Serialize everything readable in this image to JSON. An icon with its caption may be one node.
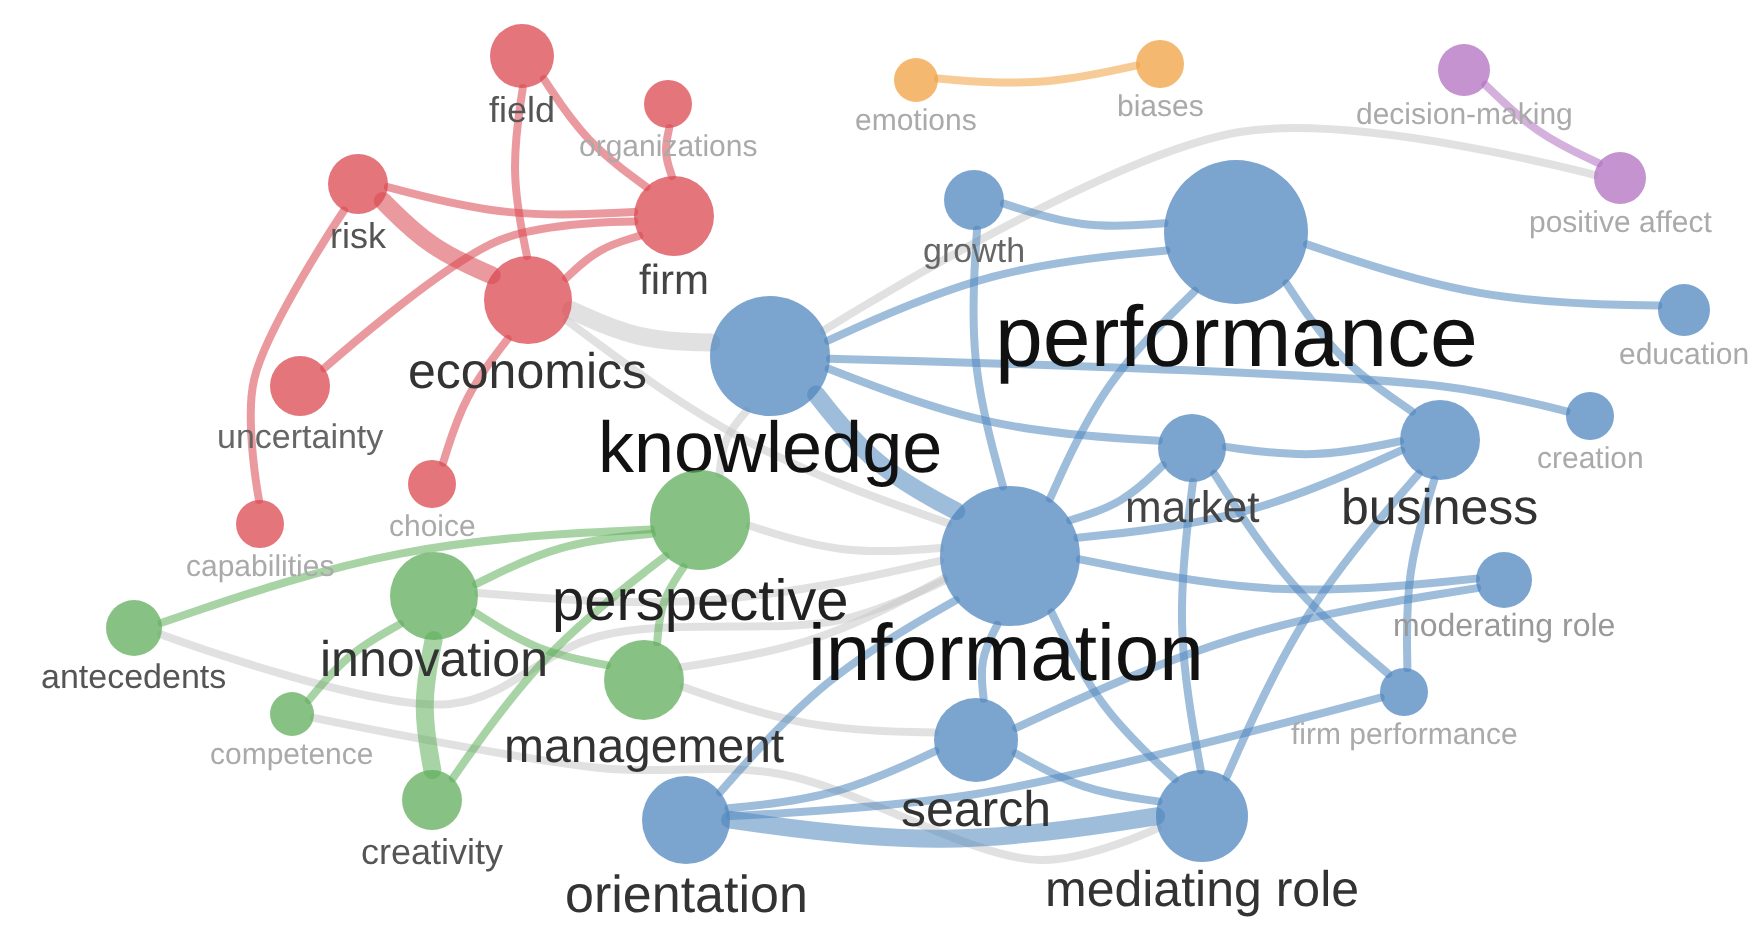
{
  "diagram": {
    "nodes": [
      {
        "text": [
          "field"
        ]
      },
      {
        "text": [
          "organizations"
        ]
      },
      {
        "text": [
          "risk"
        ]
      },
      {
        "text": [
          "firm"
        ]
      },
      {
        "text": [
          "economics"
        ]
      },
      {
        "text": [
          "uncertainty"
        ]
      },
      {
        "text": [
          "choice"
        ]
      },
      {
        "text": [
          "capabilities"
        ]
      },
      {
        "text": [
          "emotions"
        ]
      },
      {
        "text": [
          "biases"
        ]
      },
      {
        "text": [
          "decision-making"
        ]
      },
      {
        "text": [
          "positive affect"
        ]
      },
      {
        "text": [
          "growth"
        ]
      },
      {
        "text": [
          "performance"
        ]
      },
      {
        "text": [
          "education"
        ]
      },
      {
        "text": [
          "knowledge"
        ]
      },
      {
        "text": [
          "creation"
        ]
      },
      {
        "text": [
          "market"
        ]
      },
      {
        "text": [
          "business"
        ]
      },
      {
        "text": [
          "perspective"
        ]
      },
      {
        "text": [
          "innovation"
        ]
      },
      {
        "text": [
          "information"
        ]
      },
      {
        "text": [
          "antecedents"
        ]
      },
      {
        "text": [
          "moderating role"
        ]
      },
      {
        "text": [
          "management"
        ]
      },
      {
        "text": [
          "firm performance"
        ]
      },
      {
        "text": [
          "competence"
        ]
      },
      {
        "text": [
          "search"
        ]
      },
      {
        "text": [
          "creativity"
        ]
      },
      {
        "text": [
          "orientation"
        ]
      },
      {
        "text": [
          "mediating role"
        ]
      }
    ],
    "edges": [
      {
        "from": 0,
        "to": 3,
        "arrow": "none",
        "color": "#d9474f"
      },
      {
        "from": 0,
        "to": 4,
        "arrow": "none",
        "color": "#d9474f"
      },
      {
        "from": 1,
        "to": 3,
        "arrow": "none",
        "color": "#d9474f"
      },
      {
        "from": 2,
        "to": 3,
        "arrow": "none",
        "color": "#d9474f"
      },
      {
        "from": 2,
        "to": 4,
        "arrow": "none",
        "color": "#d9474f",
        "style": "thick"
      },
      {
        "from": 2,
        "to": 7,
        "arrow": "none",
        "color": "#d9474f"
      },
      {
        "from": 3,
        "to": 4,
        "arrow": "none",
        "color": "#d9474f"
      },
      {
        "from": 3,
        "to": 5,
        "arrow": "none",
        "color": "#d9474f"
      },
      {
        "from": 4,
        "to": 6,
        "arrow": "none",
        "color": "#d9474f"
      },
      {
        "from": 8,
        "to": 9,
        "arrow": "none",
        "color": "#f0a040"
      },
      {
        "from": 10,
        "to": 11,
        "arrow": "none",
        "color": "#b06fc0"
      },
      {
        "from": 11,
        "to": 15,
        "arrow": "none",
        "color": "#c8c8c8"
      },
      {
        "from": 4,
        "to": 15,
        "arrow": "none",
        "color": "#c8c8c8",
        "style": "thick"
      },
      {
        "from": 4,
        "to": 21,
        "arrow": "none",
        "color": "#c8c8c8"
      },
      {
        "from": 22,
        "to": 21,
        "arrow": "none",
        "color": "#c8c8c8"
      },
      {
        "from": 26,
        "to": 30,
        "arrow": "none",
        "color": "#c8c8c8"
      },
      {
        "from": 19,
        "to": 21,
        "arrow": "none",
        "color": "#c8c8c8"
      },
      {
        "from": 24,
        "to": 21,
        "arrow": "none",
        "color": "#c8c8c8"
      },
      {
        "from": 15,
        "to": 19,
        "arrow": "none",
        "color": "#c8c8c8"
      },
      {
        "from": 20,
        "to": 21,
        "arrow": "none",
        "color": "#c8c8c8"
      },
      {
        "from": 24,
        "to": 27,
        "arrow": "none",
        "color": "#c8c8c8"
      },
      {
        "from": 19,
        "to": 22,
        "arrow": "none",
        "color": "#5fae5b"
      },
      {
        "from": 19,
        "to": 20,
        "arrow": "none",
        "color": "#5fae5b"
      },
      {
        "from": 19,
        "to": 24,
        "arrow": "none",
        "color": "#5fae5b"
      },
      {
        "from": 19,
        "to": 28,
        "arrow": "none",
        "color": "#5fae5b"
      },
      {
        "from": 20,
        "to": 24,
        "arrow": "none",
        "color": "#5fae5b"
      },
      {
        "from": 20,
        "to": 28,
        "arrow": "none",
        "color": "#5fae5b",
        "style": "thick"
      },
      {
        "from": 20,
        "to": 26,
        "arrow": "none",
        "color": "#5fae5b"
      },
      {
        "from": 12,
        "to": 13,
        "arrow": "none"
      },
      {
        "from": 13,
        "to": 14,
        "arrow": "none"
      },
      {
        "from": 13,
        "to": 15,
        "arrow": "none"
      },
      {
        "from": 13,
        "to": 21,
        "arrow": "none"
      },
      {
        "from": 13,
        "to": 18,
        "arrow": "none"
      },
      {
        "from": 15,
        "to": 21,
        "arrow": "none",
        "style": "thick"
      },
      {
        "from": 15,
        "to": 16,
        "arrow": "none"
      },
      {
        "from": 15,
        "to": 17,
        "arrow": "none"
      },
      {
        "from": 21,
        "to": 17,
        "arrow": "none"
      },
      {
        "from": 21,
        "to": 18,
        "arrow": "none"
      },
      {
        "from": 21,
        "to": 23,
        "arrow": "none"
      },
      {
        "from": 21,
        "to": 27,
        "arrow": "none"
      },
      {
        "from": 21,
        "to": 30,
        "arrow": "none"
      },
      {
        "from": 21,
        "to": 29,
        "arrow": "none"
      },
      {
        "from": 17,
        "to": 18,
        "arrow": "none"
      },
      {
        "from": 17,
        "to": 30,
        "arrow": "none"
      },
      {
        "from": 17,
        "to": 25,
        "arrow": "none"
      },
      {
        "from": 18,
        "to": 25,
        "arrow": "none"
      },
      {
        "from": 18,
        "to": 30,
        "arrow": "none"
      },
      {
        "from": 23,
        "to": 27,
        "arrow": "none"
      },
      {
        "from": 25,
        "to": 29,
        "arrow": "none"
      },
      {
        "from": 29,
        "to": 27,
        "arrow": "none"
      },
      {
        "from": 29,
        "to": 30,
        "arrow": "none",
        "style": "thick"
      },
      {
        "from": 27,
        "to": 30,
        "arrow": "none"
      },
      {
        "from": 12,
        "to": 21,
        "arrow": "none"
      }
    ]
  }
}
